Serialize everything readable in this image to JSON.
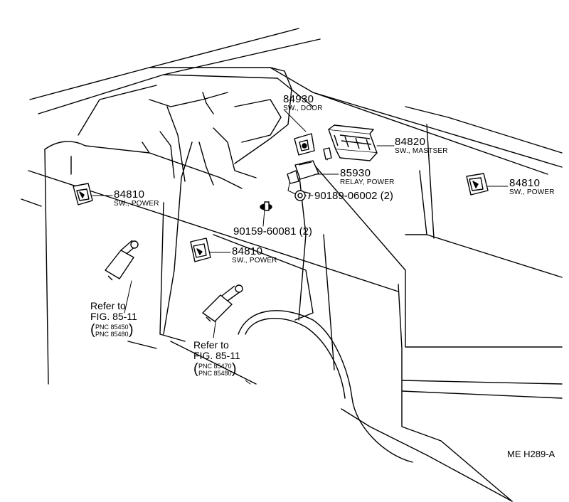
{
  "callouts": {
    "sw_door": {
      "part_no": "84930",
      "desc": "SW., DOOR"
    },
    "sw_master": {
      "part_no": "84820",
      "desc": "SW., MASTSER"
    },
    "relay_power": {
      "part_no": "85930",
      "desc": "RELAY, POWER"
    },
    "clip": {
      "text": "90189-06002 (2)"
    },
    "screw": {
      "text": "90159-60081 (2)"
    },
    "sw_power_left": {
      "part_no": "84810",
      "desc": "SW., POWER"
    },
    "sw_power_mid": {
      "part_no": "84810",
      "desc": "SW., POWER"
    },
    "sw_power_right": {
      "part_no": "84810",
      "desc": "SW., POWER"
    }
  },
  "references": {
    "front": {
      "line1": "Refer to",
      "line2": "FIG. 85-11",
      "pnc": [
        "PNC 85450",
        "PNC 85480"
      ]
    },
    "rear": {
      "line1": "Refer to",
      "line2": "FIG. 85-11",
      "pnc": [
        "PNC 85470",
        "PNC 85480"
      ]
    }
  },
  "drawing_code": "ME H289-A"
}
